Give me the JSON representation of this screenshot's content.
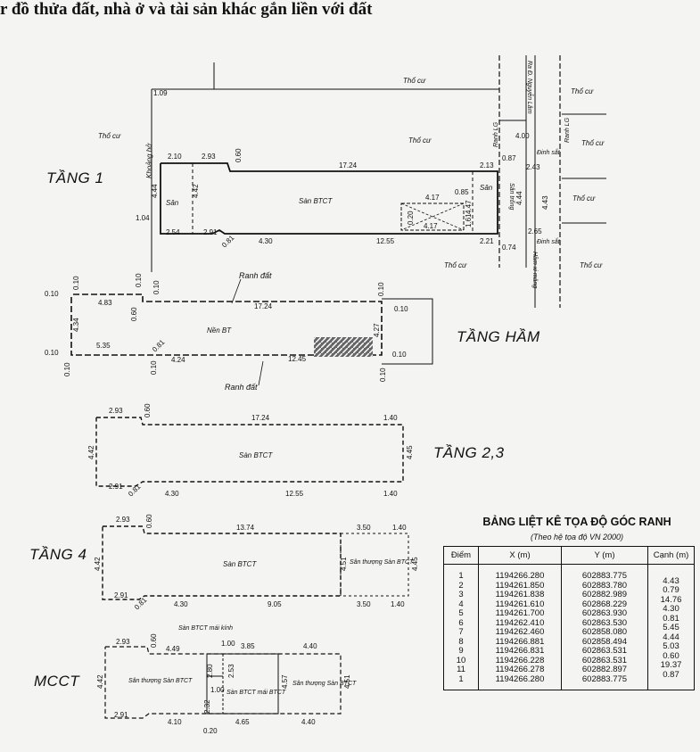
{
  "header": "r đồ thửa đất, nhà ở và tài sản khác gắn liền với đất",
  "floors": {
    "t1": "TẦNG 1",
    "ham": "TẦNG HẦM",
    "t23": "TẦNG 2,3",
    "t4": "TẦNG 4",
    "mcct": "MCCT"
  },
  "plan_t1": {
    "tho_cu_a": "Thổ cư",
    "tho_cu_b": "Thổ cư",
    "tho_cu_c": "Thổ cư",
    "tho_cu_d": "Thổ cư",
    "tho_cu_e": "Thổ cư",
    "tho_cu_f": "Thổ cư",
    "tho_cu_g": "Thổ cư",
    "tho_cu_h": "Thổ cư",
    "khoang_ho": "Khoảng hở",
    "ra_duong": "Ra Đ. Nguyễn Lâm",
    "ranh_lg_a": "Ranh LG",
    "ranh_lg_b": "Ranh LG",
    "dinh_sat_a": "Đinh sắt",
    "dinh_sat_b": "Đinh sắt",
    "ham_xi_mang": "Hầm xi măng",
    "san_trong": "Sân trống",
    "san_left": "Sân",
    "san_btct": "Sàn BTCT",
    "san_right": "Sân",
    "d_109": "1.09",
    "d_210": "2.10",
    "d_293": "2.93",
    "d_060": "0.60",
    "d_1724": "17.24",
    "d_213": "2.13",
    "d_087": "0.87",
    "d_400": "4.00",
    "d_243": "2.43",
    "d_444": "4.44",
    "d_442": "4.42",
    "d_417a": "4.17",
    "d_085": "0.85",
    "d_447": "4.47",
    "d_444b": "4.44",
    "d_443": "4.43",
    "d_161": "1.61",
    "d_020": "0.20",
    "d_417b": "4.17",
    "d_104": "1.04",
    "d_254": "2.54",
    "d_291": "2.91",
    "d_081": "0.81",
    "d_430": "4.30",
    "d_1255": "12.55",
    "d_221": "2.21",
    "d_074": "0.74",
    "d_265": "2.65"
  },
  "plan_ham": {
    "ranh_dat_top": "Ranh đất",
    "ranh_dat_bot": "Ranh đất",
    "nen_bt": "Nền BT",
    "d_010_tl": "0.10",
    "d_010_a": "0.10",
    "d_483": "4.83",
    "d_010_b": "0.10",
    "d_010_c": "0.10",
    "d_060": "0.60",
    "d_1724": "17.24",
    "d_010_d": "0.10",
    "d_010_e": "0.10",
    "d_434": "4.34",
    "d_427": "4.27",
    "d_010_bl": "0.10",
    "d_535": "5.35",
    "d_081": "0.81",
    "d_424": "4.24",
    "d_1245": "12.45",
    "d_010_f": "0.10",
    "d_010_g": "0.10",
    "d_010_h": "0.10",
    "d_010_i": "0.10"
  },
  "plan_t23": {
    "san_btct": "Sàn BTCT",
    "d_293": "2.93",
    "d_060": "0.60",
    "d_1724": "17.24",
    "d_140a": "1.40",
    "d_442": "4.42",
    "d_445": "4.45",
    "d_291": "2.91",
    "d_081": "0.81",
    "d_430": "4.30",
    "d_1255": "12.55",
    "d_140b": "1.40"
  },
  "plan_t4": {
    "san_btct": "Sàn BTCT",
    "san_thuong": "Sân thượng Sàn BTCT",
    "d_293": "2.93",
    "d_060": "0.60",
    "d_1374": "13.74",
    "d_350a": "3.50",
    "d_140a": "1.40",
    "d_442": "4.42",
    "d_451": "4.51",
    "d_445": "4.45",
    "d_291": "2.91",
    "d_081": "0.81",
    "d_430": "4.30",
    "d_905": "9.05",
    "d_350b": "3.50",
    "d_140b": "1.40"
  },
  "plan_mcct": {
    "san_btct_mai_kinh_top": "Sàn BTCT mái kính",
    "san_thuong_left": "Sân thượng Sàn BTCT",
    "san_btct_mai_btct": "Sàn BTCT mái BTCT",
    "san_thuong_right": "Sân thượng Sàn BTCT",
    "d_293": "2.93",
    "d_060": "0.60",
    "d_449": "4.49",
    "d_100a": "1.00",
    "d_385": "3.85",
    "d_440a": "4.40",
    "d_442": "4.42",
    "d_280": "2.80",
    "d_253": "2.53",
    "d_457": "4.57",
    "d_451": "4.51",
    "d_100b": "1.00",
    "d_232": "2.32",
    "d_291": "2.91",
    "d_410": "4.10",
    "d_465": "4.65",
    "d_440b": "4.40",
    "d_020": "0.20"
  },
  "coords_table": {
    "title": "BẢNG LIỆT KÊ TỌA ĐỘ GÓC RANH",
    "subtitle": "(Theo hệ tọa độ VN 2000)",
    "headers": [
      "Điểm",
      "X (m)",
      "Y (m)",
      "Cạnh (m)"
    ],
    "rows": [
      [
        "1",
        "1194266.280",
        "602883.775"
      ],
      [
        "2",
        "1194261.850",
        "602883.780"
      ],
      [
        "3",
        "1194261.838",
        "602882.989"
      ],
      [
        "4",
        "1194261.610",
        "602868.229"
      ],
      [
        "5",
        "1194261.700",
        "602863.930"
      ],
      [
        "6",
        "1194262.410",
        "602863.530"
      ],
      [
        "7",
        "1194262.460",
        "602858.080"
      ],
      [
        "8",
        "1194266.881",
        "602858.494"
      ],
      [
        "9",
        "1194266.831",
        "602863.531"
      ],
      [
        "10",
        "1194266.228",
        "602863.531"
      ],
      [
        "11",
        "1194266.278",
        "602882.897"
      ],
      [
        "1",
        "1194266.280",
        "602883.775"
      ]
    ],
    "edges": [
      "4.43",
      "0.79",
      "14.76",
      "4.30",
      "0.81",
      "5.45",
      "4.44",
      "5.03",
      "0.60",
      "19.37",
      "0.87"
    ]
  }
}
